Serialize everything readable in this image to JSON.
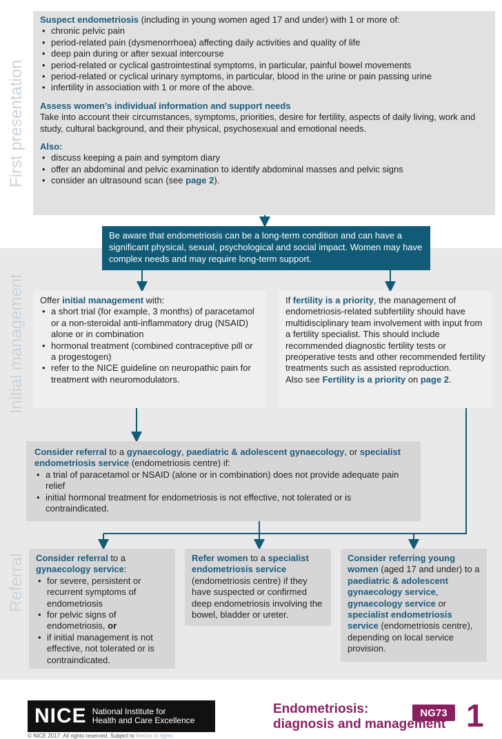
{
  "section_labels": {
    "first": "First presentation",
    "initial": "Initial management",
    "referral": "Referral"
  },
  "first": {
    "suspect": {
      "head": "Suspect endometriosis",
      "rest": " (including in young women aged 17 and under) with 1 or more of:"
    },
    "symptoms": [
      "chronic pelvic pain",
      "period-related pain (dysmenorrhoea) affecting daily activities and quality of life",
      "deep pain during or after sexual intercourse",
      "period-related or cyclical gastrointestinal symptoms, in particular, painful bowel movements",
      "period-related or cyclical urinary symptoms, in particular, blood in the urine or pain passing urine",
      "infertility in association with 1 or more of the above."
    ],
    "assess_head": "Assess women’s individual information and support needs",
    "assess_text": "Take into account their circumstances, symptoms, priorities, desire for fertility, aspects of daily living, work and study, cultural background, and their physical, psychosexual and emotional needs.",
    "also_head": "Also:",
    "also_items": [
      "discuss keeping a pain and symptom diary",
      "offer an abdominal and pelvic examination to identify abdominal masses and pelvic signs"
    ],
    "also_last_pre": "consider an ultrasound scan (see ",
    "also_last_link": "page 2",
    "also_last_post": ")."
  },
  "aware": "Be aware that endometriosis can be a long-term condition and can have a significant physical, sexual, psychological and social impact. Women may have complex needs and may require long-term support.",
  "initial_left": {
    "pre": "Offer ",
    "link": "initial management",
    "post": " with:",
    "items": [
      "a short trial (for example, 3 months) of paracetamol or a non-steroidal anti-inflammatory drug (NSAID) alone or in combination",
      "hormonal treatment (combined contraceptive pill or a progestogen)",
      "refer to the NICE guideline on neuropathic pain for treatment with neuromodulators."
    ]
  },
  "initial_right": {
    "pre": "If ",
    "link": "fertility is a priority",
    "text": ", the management of endometriosis-related subfertility should have multidisciplinary team involvement with input from a fertility specialist. This should include recommended diagnostic fertility tests or preoperative tests and other recommended fertility treatments such as assisted reproduction.",
    "also_pre": "Also see ",
    "also_link1": "Fertility is a priority",
    "also_mid": " on ",
    "also_link2": "page 2",
    "also_end": "."
  },
  "consider": {
    "head": "Consider referral",
    "t1": " to a ",
    "l1": "gynaecology",
    "t2": ", ",
    "l2": "paediatric & adolescent gynaecology",
    "t3": ", or ",
    "l3": "specialist endometriosis service",
    "t4": " (endometriosis centre) if:",
    "items": [
      "a trial of paracetamol or NSAID (alone or in combination) does not provide adequate pain relief",
      "initial hormonal treatment for endometriosis is not effective, not tolerated or is contraindicated."
    ]
  },
  "ref1": {
    "head": "Consider referral",
    "t1": " to a ",
    "l1": "gynaecology service",
    "t2": ":",
    "items": [
      "for severe, persistent or recurrent symptoms of endometriosis"
    ],
    "item2_pre": "for pelvic signs of endometriosis, ",
    "item2_bold": "or",
    "item3": "if initial management is not effective, not tolerated or is contraindicated."
  },
  "ref2": {
    "head": "Refer women",
    "t1": " to a ",
    "l1": "specialist endometriosis service",
    "t2": " (endometriosis centre) if they have suspected or confirmed deep endometriosis involving the bowel, bladder or ureter."
  },
  "ref3": {
    "head": "Consider referring young women",
    "t1": " (aged 17 and under) to a ",
    "l1": "paediatric & adolescent gynaecology service",
    "t2": ", ",
    "l2": "gynaecology service",
    "t3": " or ",
    "l3": "specialist endometriosis service",
    "t4": " (endometriosis centre), depending on local service provision."
  },
  "footer": {
    "logo": "NICE",
    "logo_line1": "National Institute for",
    "logo_line2": "Health and Care Excellence",
    "copyright": "© NICE 2017. All rights reserved. Subject to ",
    "rights_link": "Notice of rights",
    "title_line1": "Endometriosis:",
    "title_line2": "diagnosis and management",
    "code": "NG73",
    "page": "1"
  },
  "colors": {
    "teal": "#115b77",
    "link": "#1b5b7e",
    "brand": "#8a1f62",
    "band": "#e9e9e9",
    "box": "#d9d9d9"
  }
}
